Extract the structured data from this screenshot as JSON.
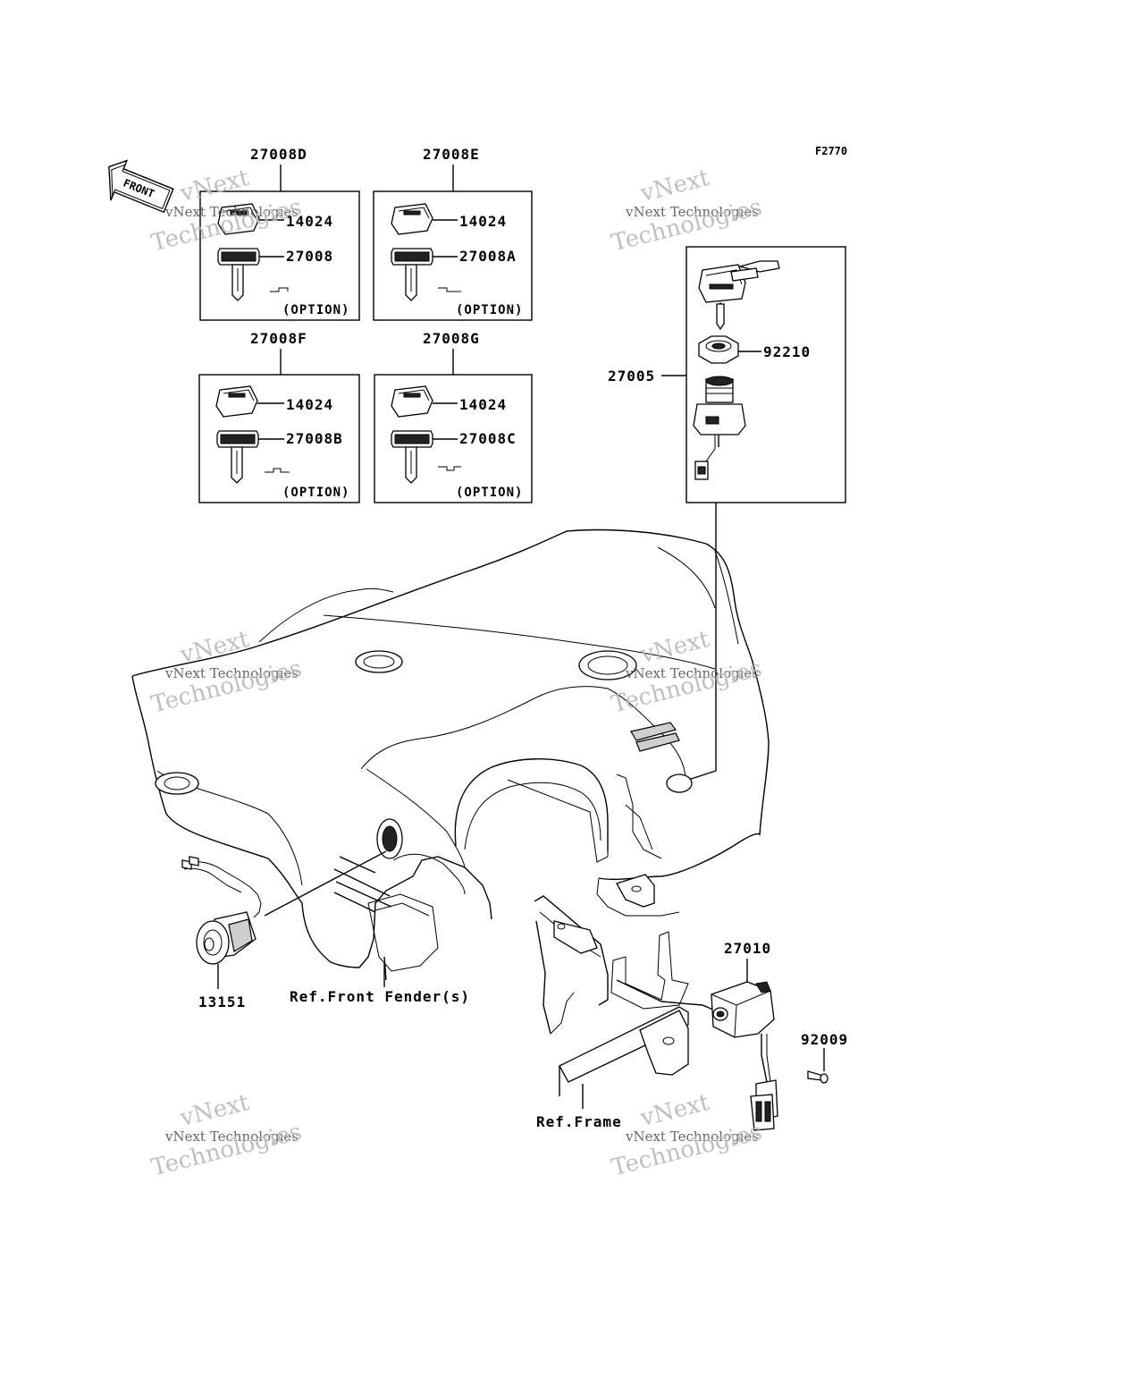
{
  "figure_code": "F2770",
  "front_arrow": "FRONT",
  "watermarks": {
    "line1": "vNext",
    "line2": "vNext Technologies",
    "line3": "Technologies"
  },
  "groups": [
    {
      "id": "27008D",
      "cap": "14024",
      "key": "27008",
      "note": "(OPTION)"
    },
    {
      "id": "27008E",
      "cap": "14024",
      "key": "27008A",
      "note": "(OPTION)"
    },
    {
      "id": "27008F",
      "cap": "14024",
      "key": "27008B",
      "note": "(OPTION)"
    },
    {
      "id": "27008G",
      "cap": "14024",
      "key": "27008C",
      "note": "(OPTION)"
    }
  ],
  "switch_assembly": {
    "id": "27005",
    "nut": "92210"
  },
  "parts": {
    "indicator": "13151",
    "front_fender_ref": "Ref.Front Fender(s)",
    "frame_ref": "Ref.Frame",
    "switch": "27010",
    "screw": "92009"
  }
}
